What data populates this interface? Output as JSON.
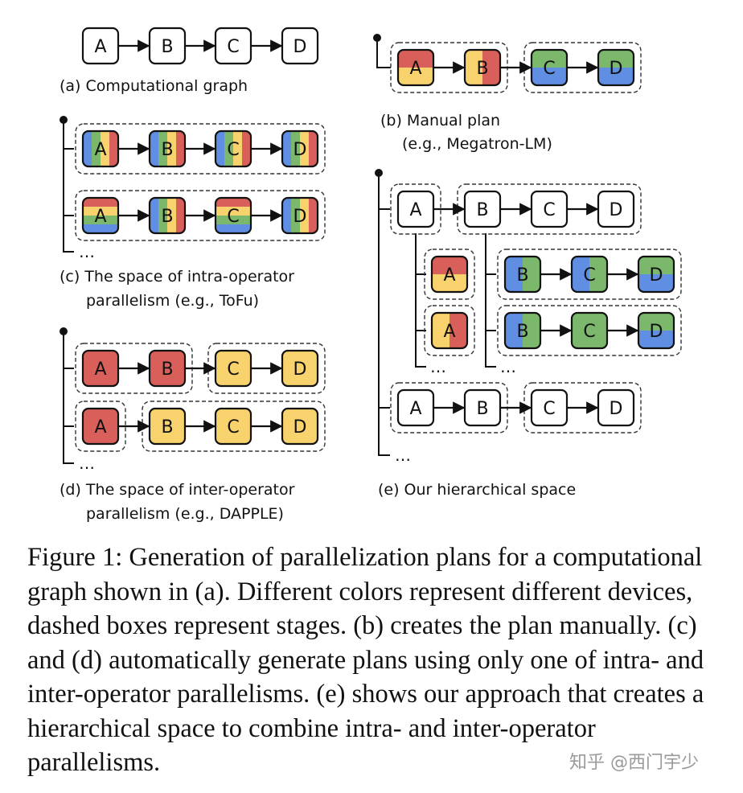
{
  "colors": {
    "red": "#d9605a",
    "yellow": "#f8d26c",
    "blue": "#5f8ee3",
    "green": "#7bb86b",
    "white": "#ffffff",
    "stroke": "#111111"
  },
  "captions": {
    "a": "(a) Computational graph",
    "b_line1": "(b) Manual plan",
    "b_line2": "(e.g., Megatron-LM)",
    "c_line1": "(c) The space of intra-operator",
    "c_line2": "parallelism (e.g., ToFu)",
    "d_line1": "(d) The space of inter-operator",
    "d_line2": "parallelism (e.g., DAPPLE)",
    "e": "(e) Our hierarchical space"
  },
  "ellipsis": "…",
  "figure_caption": "Figure 1: Generation of parallelization plans for a computational graph shown in (a). Different colors represent different devices, dashed boxes represent stages. (b) creates the plan manually. (c) and (d) automatically generate plans using only one of intra- and inter-operator parallelisms. (e) shows our approach that creates a hierarchical space to combine intra- and inter-operator parallelisms.",
  "watermark": "知乎 @西门宇少",
  "diagram": {
    "nodes": [
      {
        "id": "a1",
        "panel": "a",
        "label": "A",
        "fill": "solid:white"
      },
      {
        "id": "a2",
        "panel": "a",
        "label": "B",
        "fill": "solid:white"
      },
      {
        "id": "a3",
        "panel": "a",
        "label": "C",
        "fill": "solid:white"
      },
      {
        "id": "a4",
        "panel": "a",
        "label": "D",
        "fill": "solid:white"
      },
      {
        "id": "b1",
        "panel": "b",
        "label": "A",
        "fill": "h:red,yellow"
      },
      {
        "id": "b2",
        "panel": "b",
        "label": "B",
        "fill": "v:yellow,red"
      },
      {
        "id": "b3",
        "panel": "b",
        "label": "C",
        "fill": "h:green,blue"
      },
      {
        "id": "b4",
        "panel": "b",
        "label": "D",
        "fill": "h:green,blue"
      },
      {
        "id": "c1",
        "panel": "c",
        "label": "A",
        "fill": "v:blue,green,yellow,red"
      },
      {
        "id": "c2",
        "panel": "c",
        "label": "B",
        "fill": "v:blue,green,yellow,red"
      },
      {
        "id": "c3",
        "panel": "c",
        "label": "C",
        "fill": "v:blue,green,yellow,red"
      },
      {
        "id": "c4",
        "panel": "c",
        "label": "D",
        "fill": "v:blue,green,yellow,red"
      },
      {
        "id": "c5",
        "panel": "c",
        "label": "A",
        "fill": "h:red,yellow,green,blue"
      },
      {
        "id": "c6",
        "panel": "c",
        "label": "B",
        "fill": "v:blue,green,yellow,red"
      },
      {
        "id": "c7",
        "panel": "c",
        "label": "C",
        "fill": "h:red,yellow,green,blue"
      },
      {
        "id": "c8",
        "panel": "c",
        "label": "D",
        "fill": "v:blue,green,yellow,red"
      },
      {
        "id": "d1",
        "panel": "d",
        "label": "A",
        "fill": "solid:red"
      },
      {
        "id": "d2",
        "panel": "d",
        "label": "B",
        "fill": "solid:red"
      },
      {
        "id": "d3",
        "panel": "d",
        "label": "C",
        "fill": "solid:yellow"
      },
      {
        "id": "d4",
        "panel": "d",
        "label": "D",
        "fill": "solid:yellow"
      },
      {
        "id": "d5",
        "panel": "d",
        "label": "A",
        "fill": "solid:red"
      },
      {
        "id": "d6",
        "panel": "d",
        "label": "B",
        "fill": "solid:yellow"
      },
      {
        "id": "d7",
        "panel": "d",
        "label": "C",
        "fill": "solid:yellow"
      },
      {
        "id": "d8",
        "panel": "d",
        "label": "D",
        "fill": "solid:yellow"
      },
      {
        "id": "e1",
        "panel": "e",
        "label": "A",
        "fill": "solid:white"
      },
      {
        "id": "e2",
        "panel": "e",
        "label": "B",
        "fill": "solid:white"
      },
      {
        "id": "e3",
        "panel": "e",
        "label": "C",
        "fill": "solid:white"
      },
      {
        "id": "e4",
        "panel": "e",
        "label": "D",
        "fill": "solid:white"
      },
      {
        "id": "e5",
        "panel": "e",
        "label": "A",
        "fill": "h:red,yellow"
      },
      {
        "id": "e6",
        "panel": "e",
        "label": "B",
        "fill": "v:blue,green"
      },
      {
        "id": "e7",
        "panel": "e",
        "label": "C",
        "fill": "v:blue,green"
      },
      {
        "id": "e8",
        "panel": "e",
        "label": "D",
        "fill": "h:green,blue"
      },
      {
        "id": "e9",
        "panel": "e",
        "label": "A",
        "fill": "v:yellow,red"
      },
      {
        "id": "e10",
        "panel": "e",
        "label": "B",
        "fill": "v:blue,green"
      },
      {
        "id": "e11",
        "panel": "e",
        "label": "C",
        "fill": "solid:green"
      },
      {
        "id": "e12",
        "panel": "e",
        "label": "D",
        "fill": "h:green,blue"
      },
      {
        "id": "e13",
        "panel": "e",
        "label": "A",
        "fill": "solid:white"
      },
      {
        "id": "e14",
        "panel": "e",
        "label": "B",
        "fill": "solid:white"
      },
      {
        "id": "e15",
        "panel": "e",
        "label": "C",
        "fill": "solid:white"
      },
      {
        "id": "e16",
        "panel": "e",
        "label": "D",
        "fill": "solid:white"
      }
    ],
    "edges": [
      [
        "a1",
        "a2"
      ],
      [
        "a2",
        "a3"
      ],
      [
        "a3",
        "a4"
      ],
      [
        "b1",
        "b2"
      ],
      [
        "b2",
        "b3"
      ],
      [
        "b3",
        "b4"
      ],
      [
        "c1",
        "c2"
      ],
      [
        "c2",
        "c3"
      ],
      [
        "c3",
        "c4"
      ],
      [
        "c5",
        "c6"
      ],
      [
        "c6",
        "c7"
      ],
      [
        "c7",
        "c8"
      ],
      [
        "d1",
        "d2"
      ],
      [
        "d2",
        "d3"
      ],
      [
        "d3",
        "d4"
      ],
      [
        "d5",
        "d6"
      ],
      [
        "d6",
        "d7"
      ],
      [
        "d7",
        "d8"
      ],
      [
        "e1",
        "e2"
      ],
      [
        "e2",
        "e3"
      ],
      [
        "e3",
        "e4"
      ],
      [
        "e6",
        "e7"
      ],
      [
        "e7",
        "e8"
      ],
      [
        "e10",
        "e11"
      ],
      [
        "e11",
        "e12"
      ],
      [
        "e13",
        "e14"
      ],
      [
        "e14",
        "e15"
      ],
      [
        "e15",
        "e16"
      ]
    ],
    "stages": [
      {
        "panel": "b",
        "nodes": [
          "b1",
          "b2"
        ]
      },
      {
        "panel": "b",
        "nodes": [
          "b3",
          "b4"
        ]
      },
      {
        "panel": "c",
        "nodes": [
          "c1",
          "c2",
          "c3",
          "c4"
        ]
      },
      {
        "panel": "c",
        "nodes": [
          "c5",
          "c6",
          "c7",
          "c8"
        ]
      },
      {
        "panel": "d",
        "nodes": [
          "d1",
          "d2"
        ]
      },
      {
        "panel": "d",
        "nodes": [
          "d3",
          "d4"
        ]
      },
      {
        "panel": "d",
        "nodes": [
          "d5"
        ]
      },
      {
        "panel": "d",
        "nodes": [
          "d6",
          "d7",
          "d8"
        ]
      },
      {
        "panel": "e",
        "nodes": [
          "e1"
        ]
      },
      {
        "panel": "e",
        "nodes": [
          "e2",
          "e3",
          "e4"
        ]
      },
      {
        "panel": "e",
        "nodes": [
          "e5"
        ]
      },
      {
        "panel": "e",
        "nodes": [
          "e9"
        ]
      },
      {
        "panel": "e",
        "nodes": [
          "e6",
          "e7",
          "e8"
        ]
      },
      {
        "panel": "e",
        "nodes": [
          "e10",
          "e11",
          "e12"
        ]
      },
      {
        "panel": "e",
        "nodes": [
          "e13",
          "e14"
        ]
      },
      {
        "panel": "e",
        "nodes": [
          "e15",
          "e16"
        ]
      }
    ]
  }
}
